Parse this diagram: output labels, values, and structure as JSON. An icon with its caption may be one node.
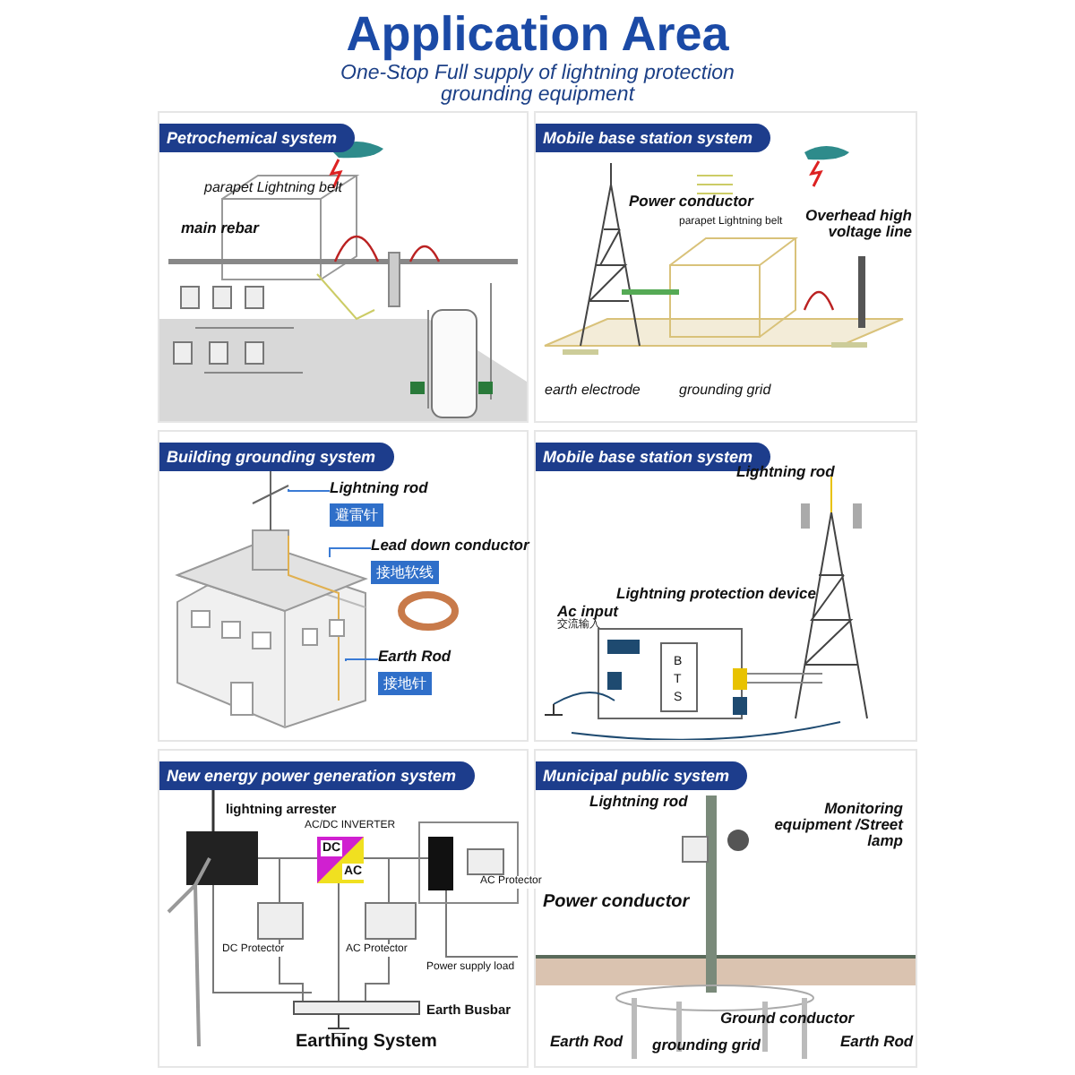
{
  "diagram": {
    "title": "Application Area",
    "caption": "One-Stop Full supply of lightning protection grounding equipment",
    "nodes": [
      {
        "text": [
          "Petrochemical system"
        ]
      },
      {
        "text": [
          "Mobile base station system"
        ]
      },
      {
        "text": [
          "Building grounding system"
        ]
      },
      {
        "text": [
          "Mobile base station system"
        ]
      },
      {
        "text": [
          "New energy power generation system"
        ]
      },
      {
        "text": [
          "Municipal public system"
        ]
      },
      {
        "text": [
          "Lightning rod",
          "避雷针"
        ],
        "in": 2
      },
      {
        "text": [
          "Lead down conductor",
          "接地软线"
        ],
        "in": 2
      },
      {
        "text": [
          "Earth Rod",
          "接地针"
        ],
        "in": 2
      }
    ],
    "edges": [
      {
        "from": 6,
        "to": null,
        "arrow": "none"
      },
      {
        "from": 7,
        "to": null,
        "arrow": "none"
      },
      {
        "from": 8,
        "to": null,
        "arrow": "none"
      }
    ],
    "labels": [
      "parapet Lightning belt",
      "main rebar",
      "Power conductor",
      "parapet Lightning belt",
      "Overhead high voltage line",
      "earth electrode",
      "grounding grid",
      "Lightning rod",
      "Lightning protection device",
      "Ac input",
      "交流输入",
      "B",
      "T",
      "S",
      "lightning arrester",
      "AC/DC INVERTER",
      "DC",
      "AC",
      "DC Protector",
      "AC Protector",
      "AC Protector",
      "Power supply load",
      "Earth Busbar",
      "Earthing System",
      "Lightning rod",
      "Monitoring equipment /Street lamp",
      "Power conductor",
      "Ground conductor",
      "Earth Rod",
      "grounding grid",
      "Earth Rod"
    ]
  }
}
